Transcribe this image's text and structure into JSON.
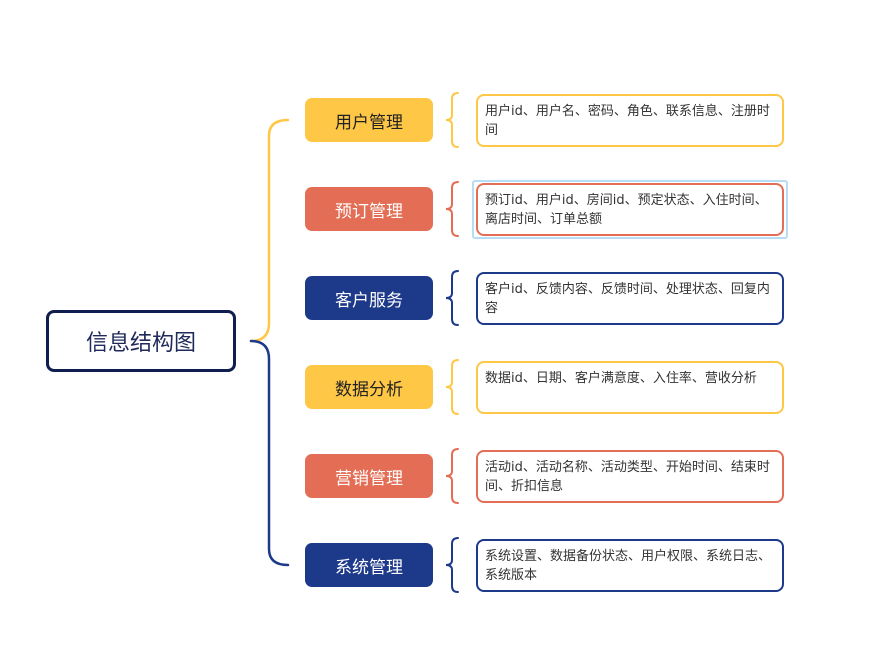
{
  "colors": {
    "yellow": "#fec745",
    "orange": "#e36e55",
    "navy": "#1d3a8a",
    "root_border": "#0f1d4f",
    "selection": "#b7dcf4"
  },
  "root": {
    "title": "信息结构图"
  },
  "branches": [
    {
      "label": "用户管理",
      "color": "yellow",
      "leaf": "用户id、用户名、密码、角色、联系信息、注册时间"
    },
    {
      "label": "预订管理",
      "color": "orange",
      "leaf": "预订id、用户id、房间id、预定状态、入住时间、离店时间、订单总额",
      "selected": true
    },
    {
      "label": "客户服务",
      "color": "navy",
      "leaf": "客户id、反馈内容、反馈时间、处理状态、回复内容"
    },
    {
      "label": "数据分析",
      "color": "yellow",
      "leaf": "数据id、日期、客户满意度、入住率、营收分析"
    },
    {
      "label": "营销管理",
      "color": "orange",
      "leaf": "活动id、活动名称、活动类型、开始时间、结束时间、折扣信息"
    },
    {
      "label": "系统管理",
      "color": "navy",
      "leaf": "系统设置、数据备份状态、用户权限、系统日志、系统版本"
    }
  ]
}
